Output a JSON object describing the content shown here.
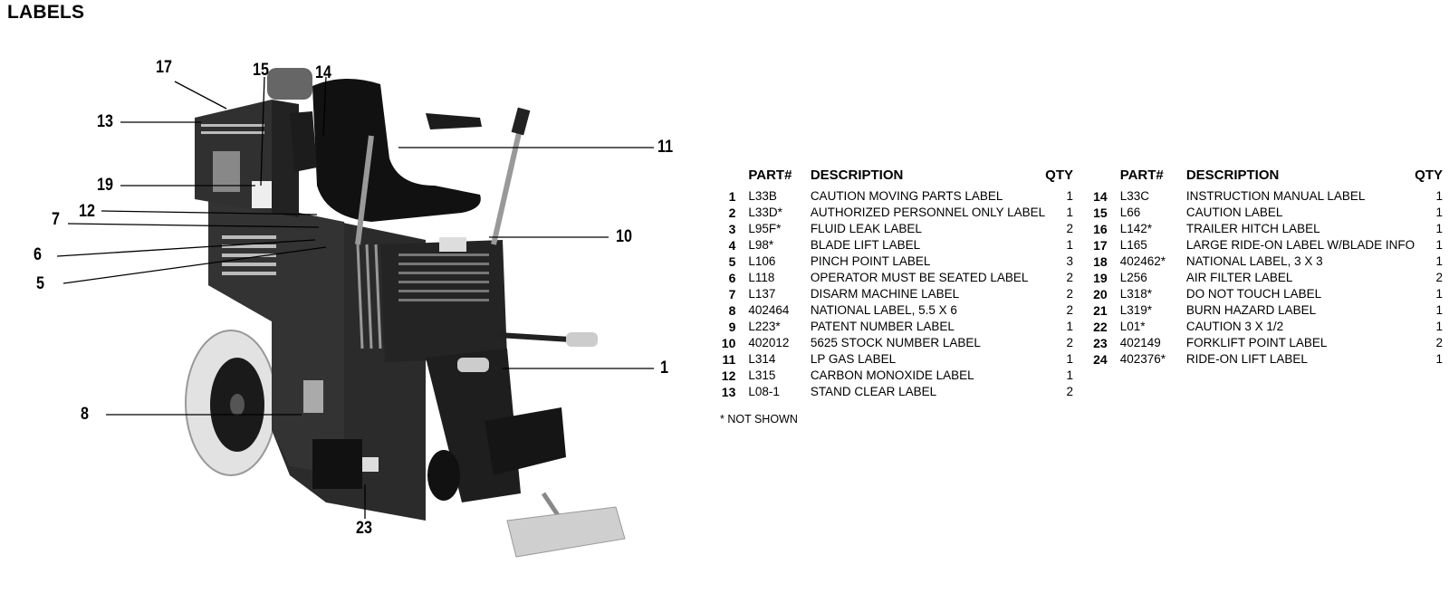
{
  "page": {
    "title": "LABELS",
    "note": "* NOT SHOWN"
  },
  "callouts": [
    "17",
    "15",
    "14",
    "13",
    "11",
    "19",
    "12",
    "7",
    "6",
    "10",
    "5",
    "1",
    "8",
    "23"
  ],
  "table": {
    "headers": {
      "part": "PART#",
      "description": "DESCRIPTION",
      "qty": "QTY"
    },
    "left_rows": [
      {
        "num": "1",
        "part": "L33B",
        "description": "CAUTION MOVING PARTS LABEL",
        "qty": "1"
      },
      {
        "num": "2",
        "part": "L33D*",
        "description": "AUTHORIZED PERSONNEL ONLY LABEL",
        "qty": "1"
      },
      {
        "num": "3",
        "part": "L95F*",
        "description": "FLUID LEAK LABEL",
        "qty": "2"
      },
      {
        "num": "4",
        "part": "L98*",
        "description": "BLADE LIFT LABEL",
        "qty": "1"
      },
      {
        "num": "5",
        "part": "L106",
        "description": "PINCH POINT LABEL",
        "qty": "3"
      },
      {
        "num": "6",
        "part": "L118",
        "description": "OPERATOR MUST BE SEATED LABEL",
        "qty": "2"
      },
      {
        "num": "7",
        "part": "L137",
        "description": "DISARM MACHINE LABEL",
        "qty": "2"
      },
      {
        "num": "8",
        "part": "402464",
        "description": "NATIONAL LABEL, 5.5 X 6",
        "qty": "2"
      },
      {
        "num": "9",
        "part": "L223*",
        "description": "PATENT NUMBER LABEL",
        "qty": "1"
      },
      {
        "num": "10",
        "part": "402012",
        "description": "5625 STOCK NUMBER LABEL",
        "qty": "2"
      },
      {
        "num": "11",
        "part": "L314",
        "description": "LP GAS LABEL",
        "qty": "1"
      },
      {
        "num": "12",
        "part": "L315",
        "description": "CARBON MONOXIDE LABEL",
        "qty": "1"
      },
      {
        "num": "13",
        "part": "L08-1",
        "description": "STAND CLEAR LABEL",
        "qty": "2"
      }
    ],
    "right_rows": [
      {
        "num": "14",
        "part": "L33C",
        "description": "INSTRUCTION MANUAL LABEL",
        "qty": "1"
      },
      {
        "num": "15",
        "part": "L66",
        "description": "CAUTION LABEL",
        "qty": "1"
      },
      {
        "num": "16",
        "part": "L142*",
        "description": "TRAILER HITCH LABEL",
        "qty": "1"
      },
      {
        "num": "17",
        "part": "L165",
        "description": "LARGE RIDE-ON LABEL W/BLADE INFO",
        "qty": "1"
      },
      {
        "num": "18",
        "part": "402462*",
        "description": "NATIONAL LABEL, 3 X 3",
        "qty": "1"
      },
      {
        "num": "19",
        "part": "L256",
        "description": "AIR FILTER LABEL",
        "qty": "2"
      },
      {
        "num": "20",
        "part": "L318*",
        "description": "DO NOT TOUCH LABEL",
        "qty": "1"
      },
      {
        "num": "21",
        "part": "L319*",
        "description": "BURN HAZARD LABEL",
        "qty": "1"
      },
      {
        "num": "22",
        "part": "L01*",
        "description": "CAUTION 3 X 1/2",
        "qty": "1"
      },
      {
        "num": "23",
        "part": "402149",
        "description": "FORKLIFT POINT LABEL",
        "qty": "2"
      },
      {
        "num": "24",
        "part": "402376*",
        "description": "RIDE-ON LIFT LABEL",
        "qty": "1"
      }
    ]
  },
  "colors": {
    "machine_body": "#2b2b2b",
    "machine_dark": "#151515",
    "tire": "#e2e2e2",
    "metal": "#bdbdbd"
  }
}
